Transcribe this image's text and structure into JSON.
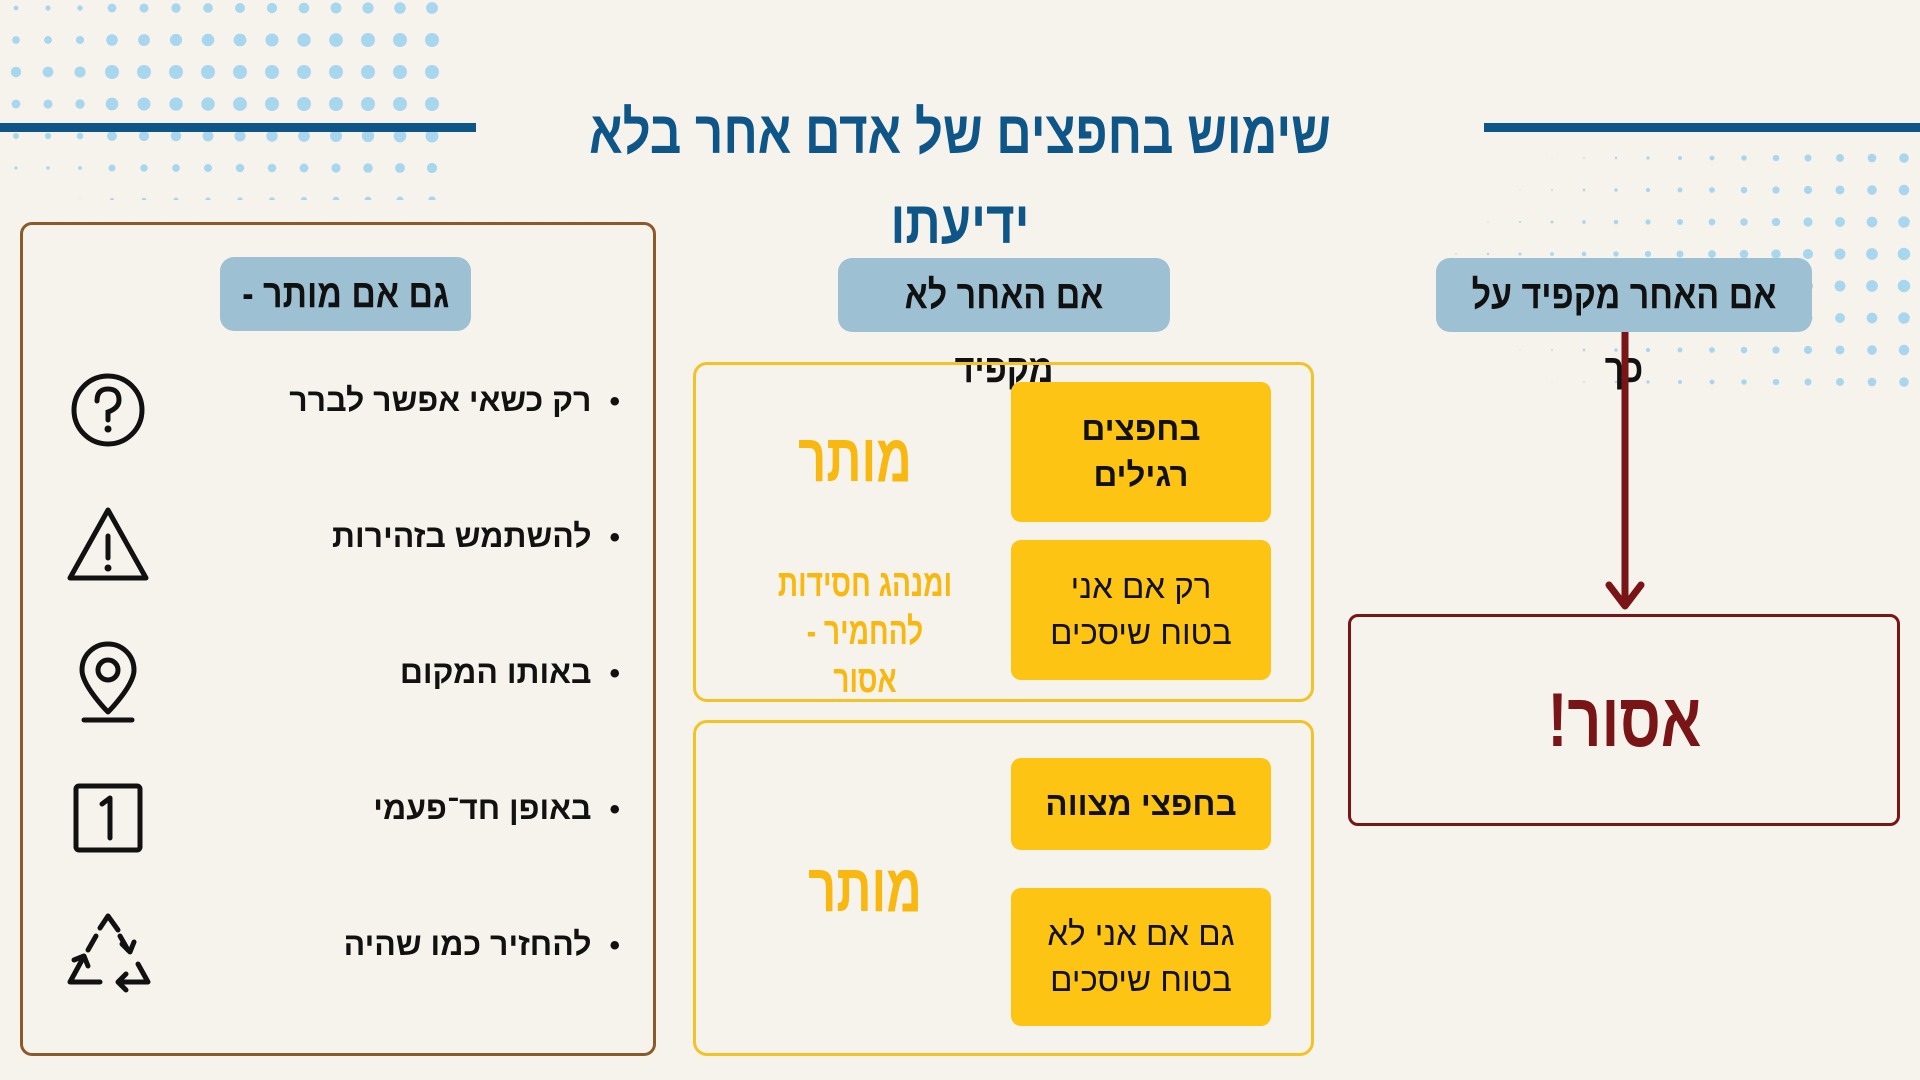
{
  "title": "שימוש בחפצים של אדם אחר בלא ידיעתו",
  "columns": {
    "strict": {
      "header": "אם האחר מקפיד על כך",
      "result": "אסור!"
    },
    "lenient": {
      "header": "אם האחר לא מקפיד",
      "group1": {
        "box1": "בחפצים רגילים",
        "box2": "רק אם אני בטוח שיסכים",
        "verdict": "מותר",
        "note": "ומנהג חסידות להחמיר - אסור"
      },
      "group2": {
        "box1": "בחפצי מצווה",
        "box2": "גם אם אני לא בטוח שיסכים",
        "verdict": "מותר"
      }
    },
    "conditions": {
      "header": "גם אם מותר -",
      "items": [
        {
          "text": "רק כשאי אפשר לברר",
          "icon": "question-icon"
        },
        {
          "text": "להשתמש בזהירות",
          "icon": "warning-icon"
        },
        {
          "text": "באותו המקום",
          "icon": "location-pin-icon"
        },
        {
          "text": "באופן חד־פעמי",
          "icon": "one-time-icon"
        },
        {
          "text": "להחזיר כמו שהיה",
          "icon": "recycle-icon"
        }
      ]
    }
  },
  "colors": {
    "background": "#f6f3ec",
    "title": "#0f5688",
    "pill": "#9dc0d3",
    "yellow": "#fdc414",
    "verdict": "#f8b80f",
    "forbidden": "#7a1517",
    "dots": "#a9d6ef"
  }
}
